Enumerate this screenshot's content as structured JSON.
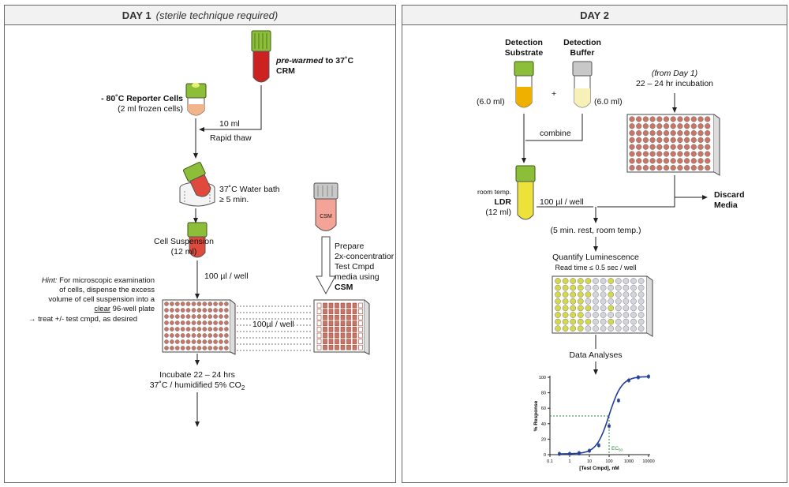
{
  "day1": {
    "header_title": "DAY 1",
    "header_note": "(sterile technique required)",
    "crm_line1": "pre-warmed",
    "crm_line1b": " to 37˚C",
    "crm_line2": "CRM",
    "reporter_line1": "- 80˚C Reporter Cells",
    "reporter_line2": "(2 ml frozen cells)",
    "vol_10ml": "10 ml",
    "rapid_thaw": "Rapid thaw",
    "waterbath_line1": "37˚C Water bath",
    "waterbath_line2": "≥ 5 min.",
    "csm_tube_label": "CSM",
    "cell_susp_line1": "Cell Suspension",
    "cell_susp_line2": "(12 ml)",
    "dispense": "100 µl / well",
    "prepare_lines": [
      "Prepare",
      "2x-concentratior",
      "Test Cmpd",
      "media using",
      "CSM"
    ],
    "hint_label": "Hint:",
    "hint_lines": [
      "For microscopic examination",
      "of cells, dispense the excess",
      "volume of cell suspension into a",
      "96-well plate",
      "→ treat +/- test cmpd, as desired"
    ],
    "hint_clear": "clear",
    "transfer": "100µl / well",
    "incubate_line1": "Incubate 22 – 24 hrs",
    "incubate_line2": "37˚C / humidified 5% CO",
    "incubate_sub": "2"
  },
  "day2": {
    "header_title": "DAY 2",
    "substrate_line1": "Detection",
    "substrate_line2": "Substrate",
    "buffer_line1": "Detection",
    "buffer_line2": "Buffer",
    "plus": "+",
    "substrate_vol": "(6.0 ml)",
    "buffer_vol": "(6.0 ml)",
    "combine": "combine",
    "from_day1": "(from Day 1)",
    "incubation": "22 – 24 hr incubation",
    "room_temp": "room temp.",
    "ldr": "LDR",
    "ldr_vol": "(12 ml)",
    "dispense": "100 µl / well",
    "discard_line1": "Discard",
    "discard_line2": "Media",
    "rest": "(5 min. rest, room temp.)",
    "quantify_line1": "Quantify Luminescence",
    "quantify_line2": "Read time ≤ 0.5 sec / well",
    "data_analyses": "Data Analyses"
  },
  "chart_data": {
    "type": "line",
    "title": "",
    "xlabel": "[Test Cmpd], nM",
    "ylabel": "% Response",
    "x_scale": "log",
    "xlim": [
      0.1,
      10000
    ],
    "ylim": [
      0,
      100
    ],
    "x_ticks": [
      "0.1",
      "1",
      "10",
      "100",
      "1000",
      "10000"
    ],
    "y_ticks": [
      "0",
      "20",
      "40",
      "60",
      "80",
      "100"
    ],
    "ec50_label": "EC",
    "ec50_sub": "50",
    "ec50_value": 100,
    "ec50_response": 50,
    "series": [
      {
        "x": [
          0.3,
          1,
          3,
          10,
          30,
          100,
          300,
          1000,
          3000,
          10000
        ],
        "y": [
          1,
          1,
          2,
          5,
          12,
          37,
          70,
          96,
          100,
          101
        ]
      }
    ],
    "colors": {
      "line": "#1f3f9a",
      "ec50_guide": "#2a8a3a"
    }
  },
  "colors": {
    "cap_green": "#8dbe3a",
    "crm_red": "#cc2222",
    "cells_peach": "#f2b48a",
    "suspension_red": "#e04a3c",
    "csm_pink": "#f3a497",
    "substrate_yellow": "#f0b000",
    "buffer_cream": "#f7f1b8",
    "ldr_yellow": "#ede23a",
    "well_pink": "#c87565",
    "lum_yellow": "#d3d84d",
    "lum_grey": "#d4d4dc"
  }
}
